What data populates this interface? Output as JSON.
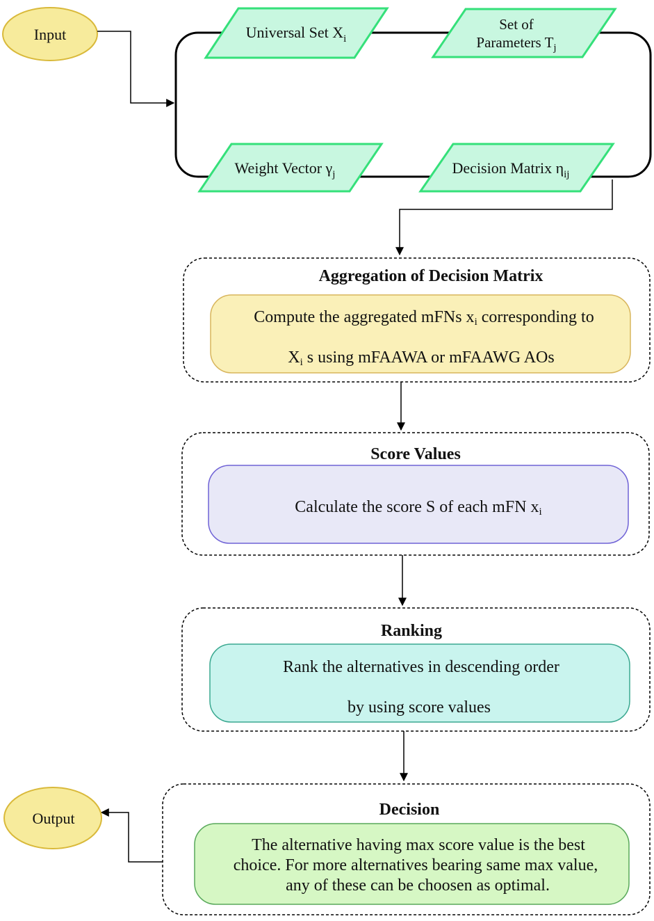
{
  "terminals": {
    "input": "Input",
    "output": "Output"
  },
  "inputs": {
    "universal_set": {
      "text": "Universal Set X",
      "sub": "i"
    },
    "parameters": {
      "line1": "Set of",
      "line2": "Parameters T",
      "sub": "j"
    },
    "weight_vector": {
      "text": "Weight Vector γ",
      "sub": "j"
    },
    "decision_matrix": {
      "text": "Decision Matrix η",
      "sub": "ij"
    }
  },
  "stages": {
    "aggregation": {
      "title": "Aggregation of Decision Matrix",
      "line1_a": "Compute the aggregated mFNs x",
      "line1_sub": "i",
      "line1_b": " corresponding to",
      "line2_a": "X",
      "line2_sub": "i",
      "line2_b": " s using mFAAWA or mFAAWG AOs"
    },
    "score": {
      "title": "Score Values",
      "line1_a": "Calculate the score S of each mFN x",
      "line1_sub": "i"
    },
    "ranking": {
      "title": "Ranking",
      "line1": "Rank the alternatives in descending order",
      "line2": "by using score values"
    },
    "decision": {
      "title": "Decision",
      "line1": "The alternative having max score value is the best",
      "line2": "choice. For more alternatives bearing same max value,",
      "line3": "any of these can be choosen as optimal."
    }
  },
  "colors": {
    "terminal_fill": "#f7eb9c",
    "terminal_stroke": "#d9b93a",
    "para_fill": "#c8f7e0",
    "para_stroke": "#35e07a",
    "agg_fill": "#faf0b8",
    "agg_stroke": "#d8b55c",
    "score_fill": "#e8e8f7",
    "score_stroke": "#6f62d6",
    "rank_fill": "#c9f4ee",
    "rank_stroke": "#3aa890",
    "dec_fill": "#d6f7c4",
    "dec_stroke": "#58a85a",
    "line": "#000000"
  }
}
